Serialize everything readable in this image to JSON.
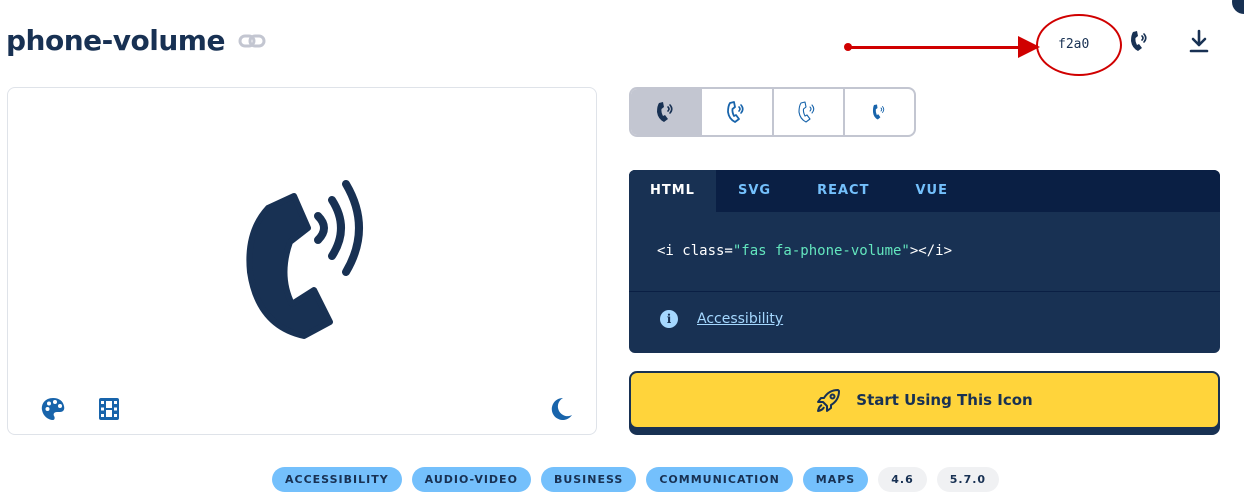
{
  "header": {
    "title": "phone-volume",
    "unicode": "f2a0"
  },
  "icons": {
    "link": "link-icon",
    "header_glyph": "phone-volume-icon",
    "download": "download-icon",
    "palette": "palette-icon",
    "film": "film-icon",
    "moon": "moon-icon",
    "info": "info-icon",
    "rocket": "rocket-icon"
  },
  "style_buttons": [
    {
      "icon": "phone-volume-solid-icon",
      "active": true
    },
    {
      "icon": "phone-volume-regular-icon",
      "active": false
    },
    {
      "icon": "phone-volume-light-icon",
      "active": false
    },
    {
      "icon": "phone-volume-thin-icon",
      "active": false
    }
  ],
  "code": {
    "tabs": [
      "HTML",
      "SVG",
      "REACT",
      "VUE"
    ],
    "active_tab": "HTML",
    "snippet_prefix": "<i class=",
    "snippet_value": "\"fas fa-phone-volume\"",
    "snippet_suffix": "></i>",
    "accessibility_link": "Accessibility"
  },
  "cta": {
    "label": "Start Using This Icon"
  },
  "tags": [
    {
      "label": "ACCESSIBILITY",
      "kind": "category"
    },
    {
      "label": "AUDIO-VIDEO",
      "kind": "category"
    },
    {
      "label": "BUSINESS",
      "kind": "category"
    },
    {
      "label": "COMMUNICATION",
      "kind": "category"
    },
    {
      "label": "MAPS",
      "kind": "category"
    },
    {
      "label": "4.6",
      "kind": "version"
    },
    {
      "label": "5.7.0",
      "kind": "version"
    }
  ],
  "colors": {
    "navy": "#183153",
    "dark_navy": "#0a1f44",
    "accent_blue": "#1864ab",
    "light_blue": "#74c0fc",
    "yellow": "#ffd43b",
    "annotation_red": "#d00000"
  }
}
